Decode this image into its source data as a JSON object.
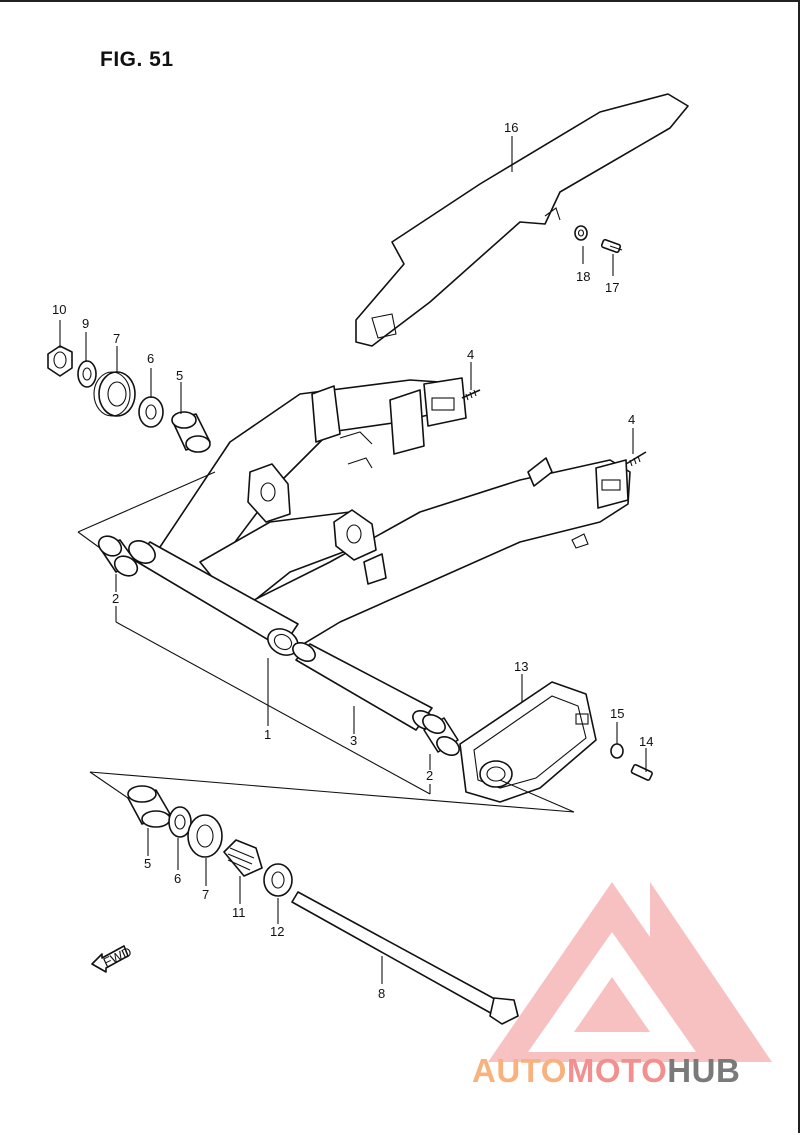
{
  "figure": {
    "title": "FIG. 51"
  },
  "callouts": [
    {
      "id": "c16",
      "label": "16"
    },
    {
      "id": "c18",
      "label": "18"
    },
    {
      "id": "c17",
      "label": "17"
    },
    {
      "id": "c10",
      "label": "10"
    },
    {
      "id": "c9",
      "label": "9"
    },
    {
      "id": "c7a",
      "label": "7"
    },
    {
      "id": "c6a",
      "label": "6"
    },
    {
      "id": "c5a",
      "label": "5"
    },
    {
      "id": "c4a",
      "label": "4"
    },
    {
      "id": "c4b",
      "label": "4"
    },
    {
      "id": "c2a",
      "label": "2"
    },
    {
      "id": "c1",
      "label": "1"
    },
    {
      "id": "c3",
      "label": "3"
    },
    {
      "id": "c2b",
      "label": "2"
    },
    {
      "id": "c13",
      "label": "13"
    },
    {
      "id": "c15",
      "label": "15"
    },
    {
      "id": "c14",
      "label": "14"
    },
    {
      "id": "c5b",
      "label": "5"
    },
    {
      "id": "c6b",
      "label": "6"
    },
    {
      "id": "c7b",
      "label": "7"
    },
    {
      "id": "c11",
      "label": "11"
    },
    {
      "id": "c12",
      "label": "12"
    },
    {
      "id": "c8",
      "label": "8"
    }
  ],
  "fwd_marker": {
    "label": "FWD"
  },
  "watermark": {
    "part1": "AUTO",
    "part2": "MOTO",
    "part3": "HUB",
    "colors": {
      "light": "#f7b27e",
      "red": "#f38f8f",
      "gray": "#7a7a7a"
    }
  }
}
